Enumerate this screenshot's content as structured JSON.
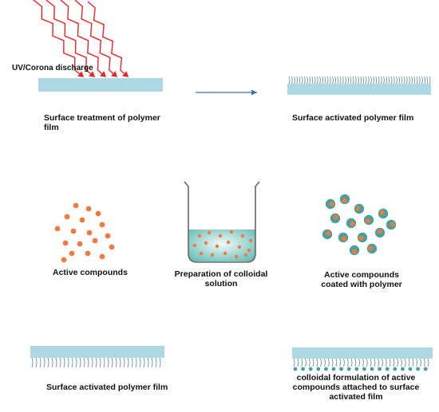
{
  "labels": {
    "uv_source": "UV/Corona  discharge",
    "step1": "Surface treatment of polymer film",
    "step2": "Surface activated polymer film",
    "active": "Active compounds",
    "colloidal": "Preparation of colloidal solution",
    "coated": "Active compounds coated with polymer",
    "activated_bottom": "Surface activated polymer film",
    "final": "colloidal formulation of active compounds attached to surface activated film"
  },
  "colors": {
    "film": "#add8e4",
    "hair": "#6b8fa3",
    "uv_ray": "#e8242a",
    "arrow": "#3f6fb5",
    "particle": "#f07b3f",
    "coated_shell": "#4aa09b",
    "beaker_liquid": "#6bbfb8",
    "beaker_wall": "#666666"
  }
}
